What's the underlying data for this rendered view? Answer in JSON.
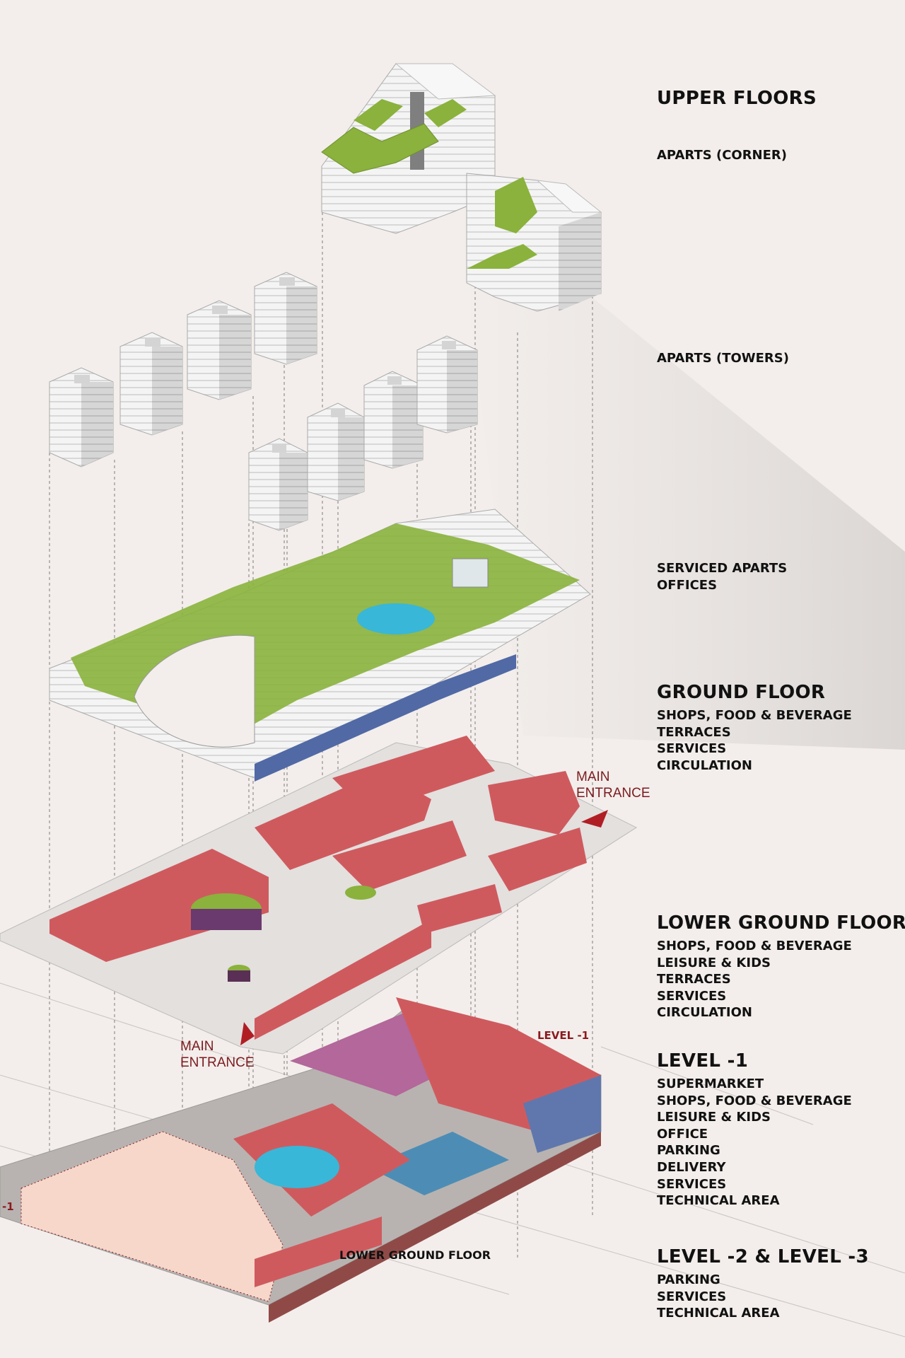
{
  "legend": {
    "upper_floors": {
      "title": "UPPER FLOORS",
      "apart_corner": "APARTS (CORNER)",
      "apart_towers": "APARTS (TOWERS)",
      "podium": [
        "SERVICED APARTS",
        "OFFICES"
      ]
    },
    "ground_floor": {
      "title": "GROUND FLOOR",
      "items": [
        "SHOPS, FOOD & BEVERAGE",
        "TERRACES",
        "SERVICES",
        "CIRCULATION"
      ]
    },
    "lower_ground_floor": {
      "title": "LOWER GROUND FLOOR",
      "items": [
        "SHOPS, FOOD & BEVERAGE",
        "LEISURE & KIDS",
        "TERRACES",
        "SERVICES",
        "CIRCULATION"
      ]
    },
    "level_minus_1": {
      "title": "LEVEL -1",
      "items": [
        "SUPERMARKET",
        "SHOPS, FOOD & BEVERAGE",
        "LEISURE & KIDS",
        "OFFICE",
        "PARKING",
        "DELIVERY",
        "SERVICES",
        "TECHNICAL AREA"
      ]
    },
    "levels_minus_2_3": {
      "title": "LEVEL -2 & LEVEL -3",
      "items": [
        "PARKING",
        "SERVICES",
        "TECHNICAL AREA"
      ]
    }
  },
  "annotations": {
    "main_entrance_1": [
      "MAIN",
      "ENTRANCE"
    ],
    "main_entrance_2": [
      "MAIN",
      "ENTRANCE"
    ],
    "level_tag": "LEVEL -1",
    "lower_ground_tag": "LOWER GROUND FLOOR",
    "edge_tag": "-1"
  },
  "colors": {
    "background": "#f3eeeb",
    "retail_red": "#cf5a5e",
    "roof_green": "#8ab23c",
    "tower_white": "#f2f2f2",
    "tower_shade": "#c9c9c9",
    "pool_blue": "#38b7d8",
    "supermarket_purple": "#b3679a",
    "parking_blue": "#6077ad",
    "dotted_outline": "#8b1a1f",
    "annotation_red": "#7c1b20"
  }
}
